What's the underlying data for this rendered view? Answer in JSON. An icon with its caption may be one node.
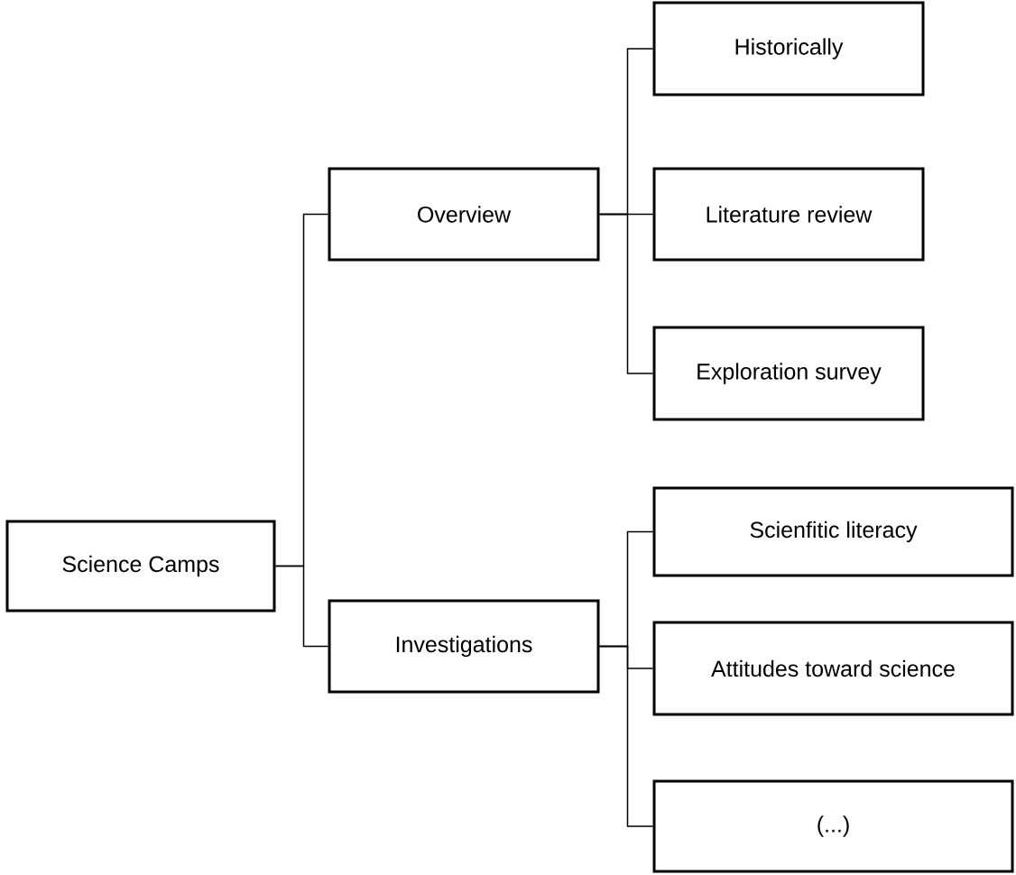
{
  "diagram": {
    "nodes": [
      {
        "text": [
          "Science Camps"
        ]
      },
      {
        "text": [
          "Overview"
        ]
      },
      {
        "text": [
          "Investigations"
        ]
      },
      {
        "text": [
          "Historically"
        ]
      },
      {
        "text": [
          "Literature review"
        ]
      },
      {
        "text": [
          "Exploration survey"
        ]
      },
      {
        "text": [
          "Scienfitic literacy"
        ]
      },
      {
        "text": [
          "Attitudes toward science"
        ]
      },
      {
        "text": [
          "(...)"
        ]
      }
    ],
    "edges": [
      {
        "from": 0,
        "to": 1,
        "arrow": "none"
      },
      {
        "from": 0,
        "to": 2,
        "arrow": "none"
      },
      {
        "from": 1,
        "to": 3,
        "arrow": "none"
      },
      {
        "from": 1,
        "to": 4,
        "arrow": "none"
      },
      {
        "from": 1,
        "to": 5,
        "arrow": "none"
      },
      {
        "from": 2,
        "to": 6,
        "arrow": "none"
      },
      {
        "from": 2,
        "to": 7,
        "arrow": "none"
      },
      {
        "from": 2,
        "to": 8,
        "arrow": "none"
      }
    ]
  }
}
